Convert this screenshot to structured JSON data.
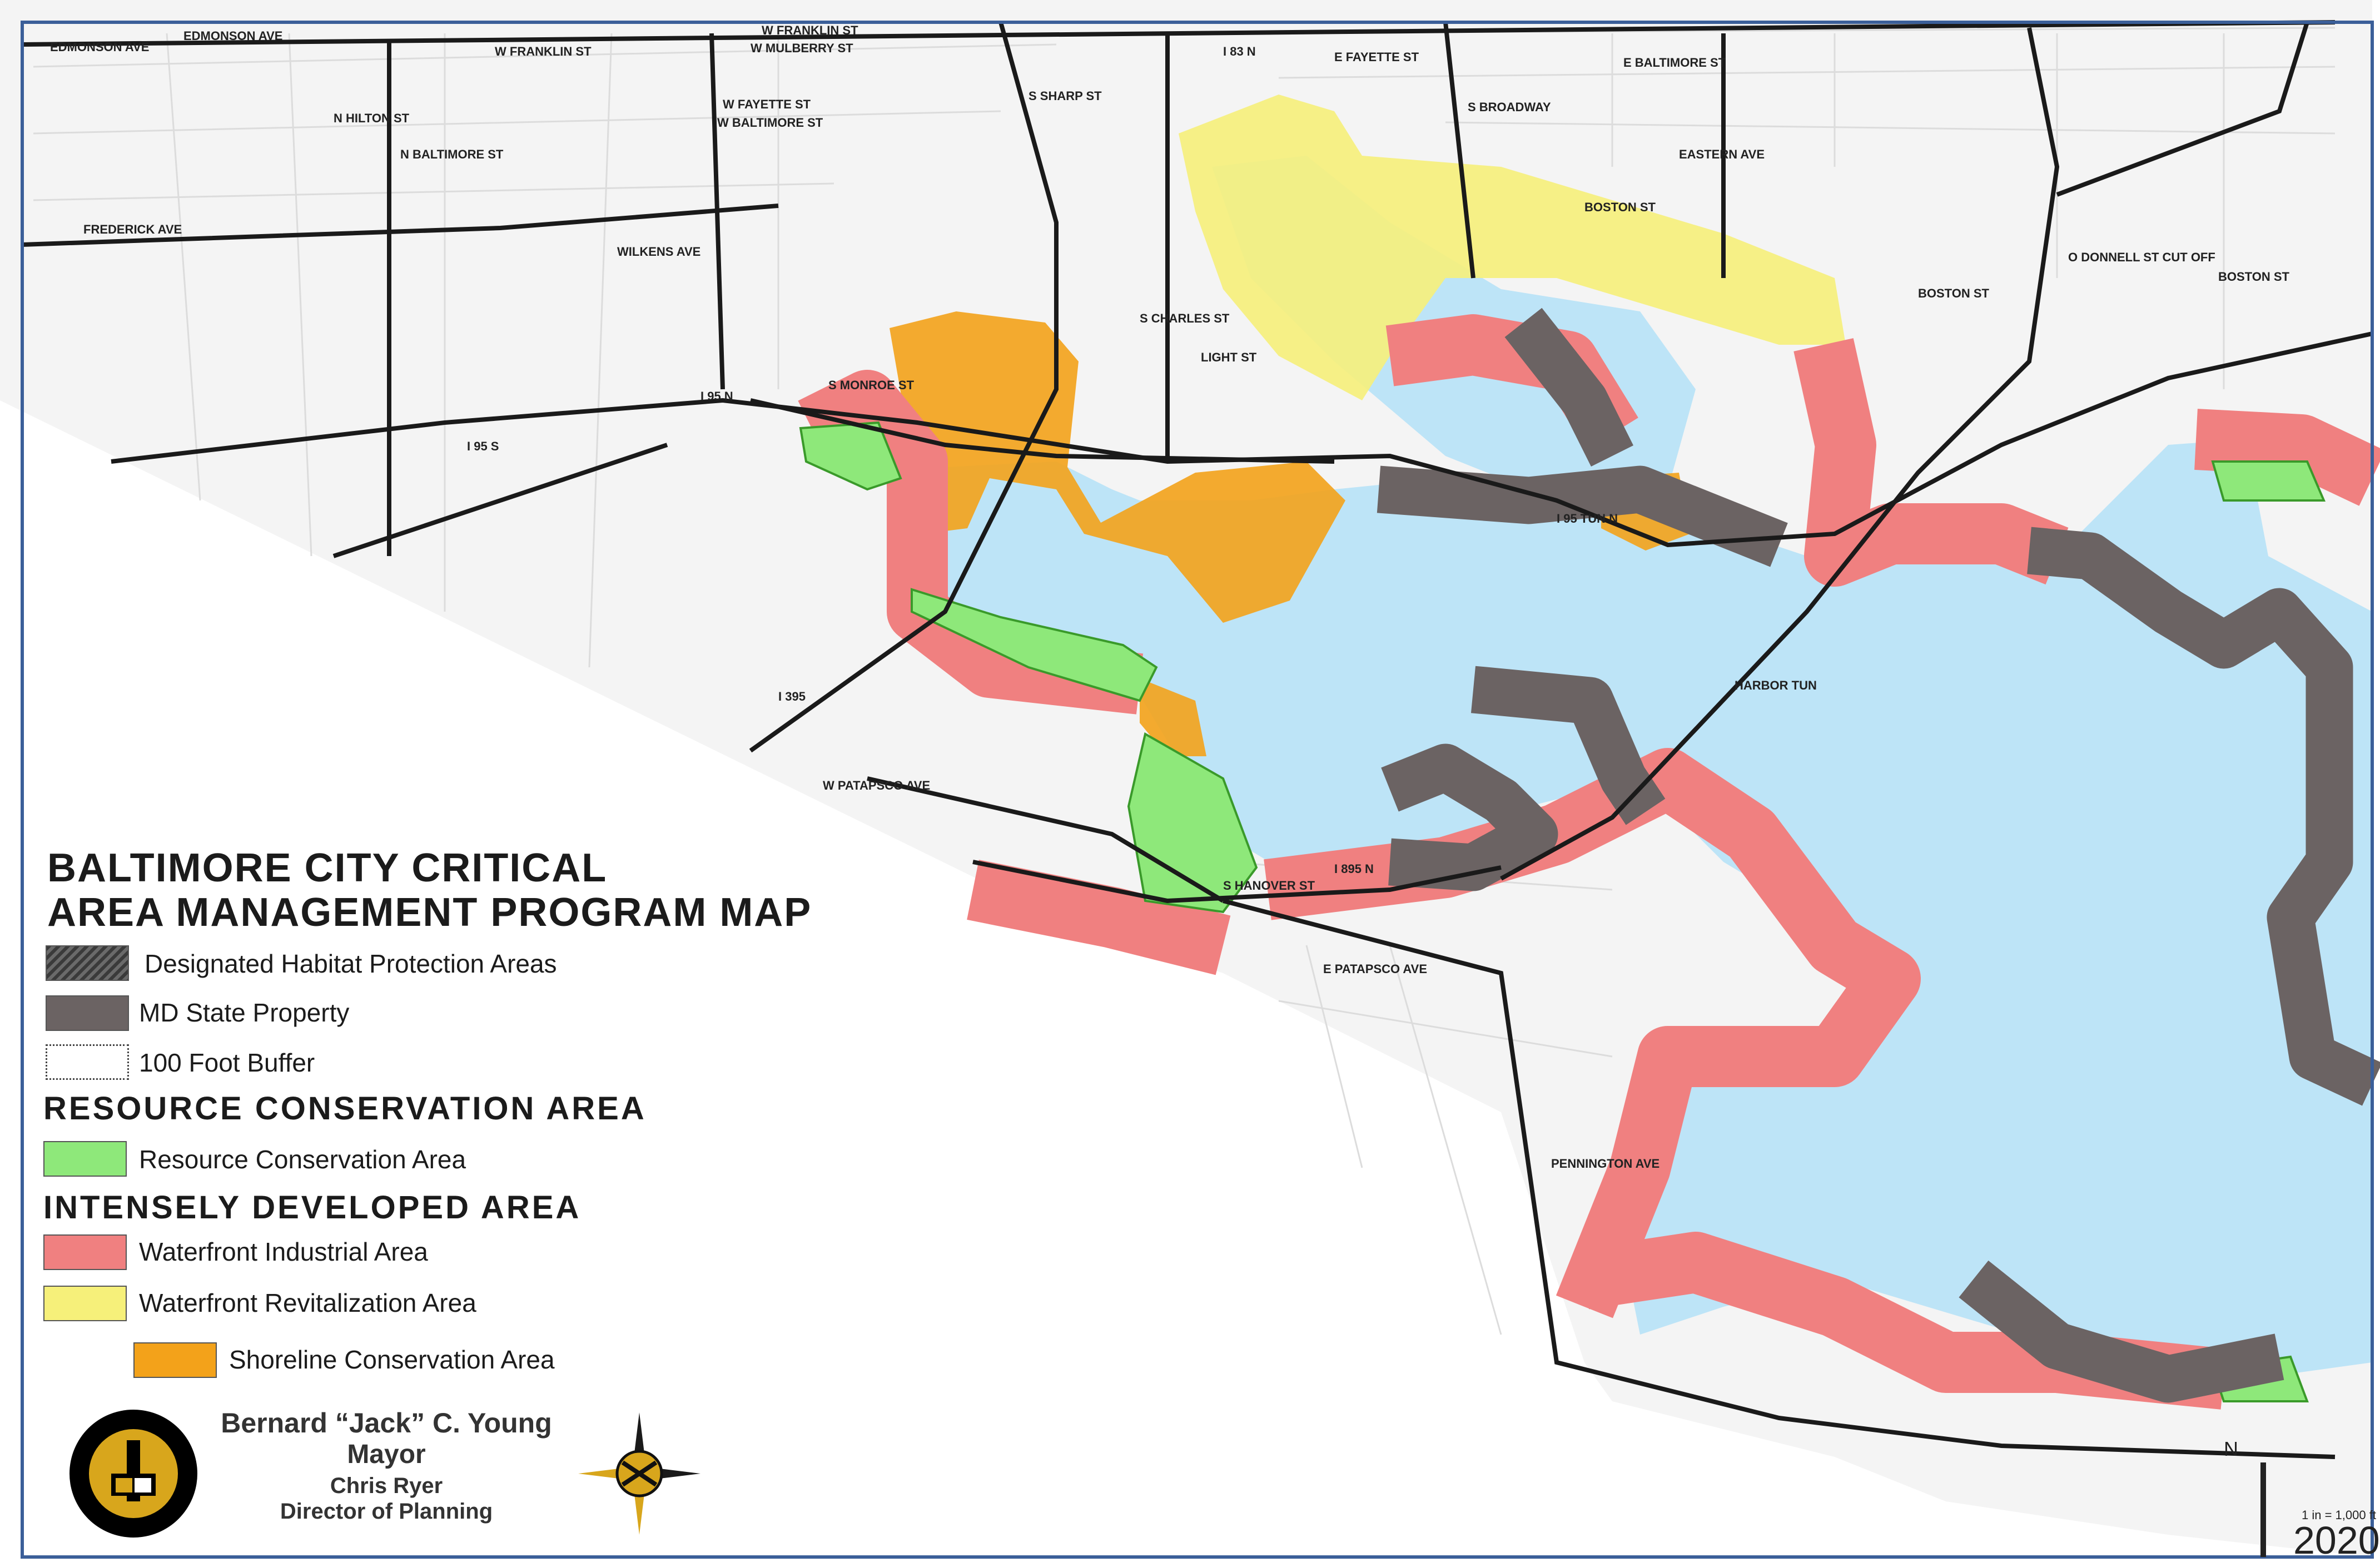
{
  "legend": {
    "title_line1": "BALTIMORE CITY CRITICAL",
    "title_line2": "AREA MANAGEMENT PROGRAM MAP",
    "items": [
      {
        "label": "Designated Habitat Protection Areas",
        "color": "#4a4a4a"
      },
      {
        "label": "MD State Property",
        "color": "#6b6363"
      },
      {
        "label": "100 Foot Buffer",
        "color": "#ffffff"
      }
    ],
    "section_rca": "RESOURCE CONSERVATION AREA",
    "rca_items": [
      {
        "label": "Resource Conservation Area",
        "color": "#8ee87a"
      }
    ],
    "section_ida": "INTENSELY DEVELOPED AREA",
    "ida_items": [
      {
        "label": "Waterfront Industrial Area",
        "color": "#f08080"
      },
      {
        "label": "Waterfront Revitalization Area",
        "color": "#f6f07a"
      },
      {
        "label": "Shoreline Conservation Area",
        "color": "#f3a21a"
      }
    ]
  },
  "credits": {
    "mayor_name": "Bernard “Jack” C. Young",
    "mayor_title": "Mayor",
    "planner_name": "Chris Ryer",
    "planner_title": "Director of Planning"
  },
  "scale_text": "1 in = 1,000 ft",
  "north_label": "N",
  "year": "2020",
  "streets": [
    "EDMONSON AVE",
    "EDMONSON AVE",
    "W FRANKLIN ST",
    "W FRANKLIN ST",
    "W MULBERRY ST",
    "W FAYETTE ST",
    "W BALTIMORE ST",
    "E FAYETTE ST",
    "E BALTIMORE ST",
    "EASTERN AVE",
    "BOSTON ST",
    "BOSTON ST",
    "BOSTON ST",
    "FREDERICK AVE",
    "WILKENS AVE",
    "N BALTIMORE ST",
    "W PATAPSCO AVE",
    "E PATAPSCO AVE",
    "PENNINGTON AVE",
    "HARBOR TUN",
    "I 95 TUN N",
    "I 95 N",
    "I 95 S",
    "I 895 N",
    "I 395",
    "O DONNELL ST CUT OFF",
    "S BROADWAY",
    "S HANOVER ST",
    "LIGHT ST",
    "S MONROE ST",
    "N HILTON ST",
    "S CHARLES ST",
    "S SHARP ST",
    "I 83 N"
  ],
  "colors": {
    "water": "#bde4f7",
    "land": "#f4f4f4",
    "industrial": "#f08080",
    "revitalization": "#f6f07a",
    "shoreline": "#f3a21a",
    "resource": "#8ee87a",
    "state": "#6b6363",
    "road": "#1a1a1a"
  }
}
